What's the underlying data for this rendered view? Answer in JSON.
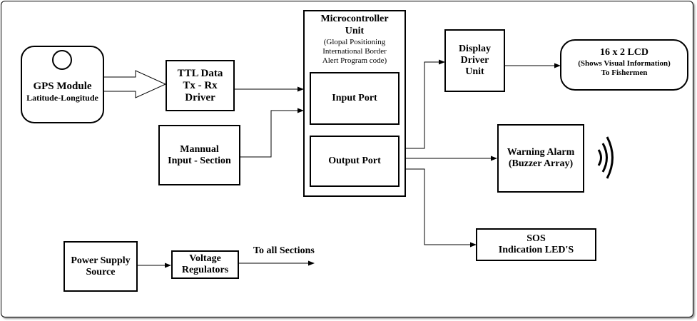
{
  "gps": {
    "title": "GPS Module",
    "subtitle": "Latitude-Longitude"
  },
  "ttl": {
    "line1": "TTL Data",
    "line2": "Tx - Rx",
    "line3": "Driver"
  },
  "manual": {
    "line1": "Mannual",
    "line2": "Input - Section"
  },
  "mcu": {
    "title1": "Microcontroller",
    "title2": "Unit",
    "desc1": "(Glopal Positioning",
    "desc2": "International Border",
    "desc3": "Alert Program code)",
    "input_port": "Input Port",
    "output_port": "Output Port"
  },
  "display": {
    "line1": "Display",
    "line2": "Driver",
    "line3": "Unit"
  },
  "lcd": {
    "title": "16 x 2 LCD",
    "line2": "(Shows Visual Information)",
    "line3": "To Fishermen"
  },
  "alarm": {
    "line1": "Warning Alarm",
    "line2": "(Buzzer Array)"
  },
  "sos": {
    "line1": "SOS",
    "line2": "Indication LED'S"
  },
  "power": {
    "line1": "Power Supply",
    "line2": "Source"
  },
  "voltage": {
    "line1": "Voltage",
    "line2": "Regulators"
  },
  "to_all": "To all Sections"
}
